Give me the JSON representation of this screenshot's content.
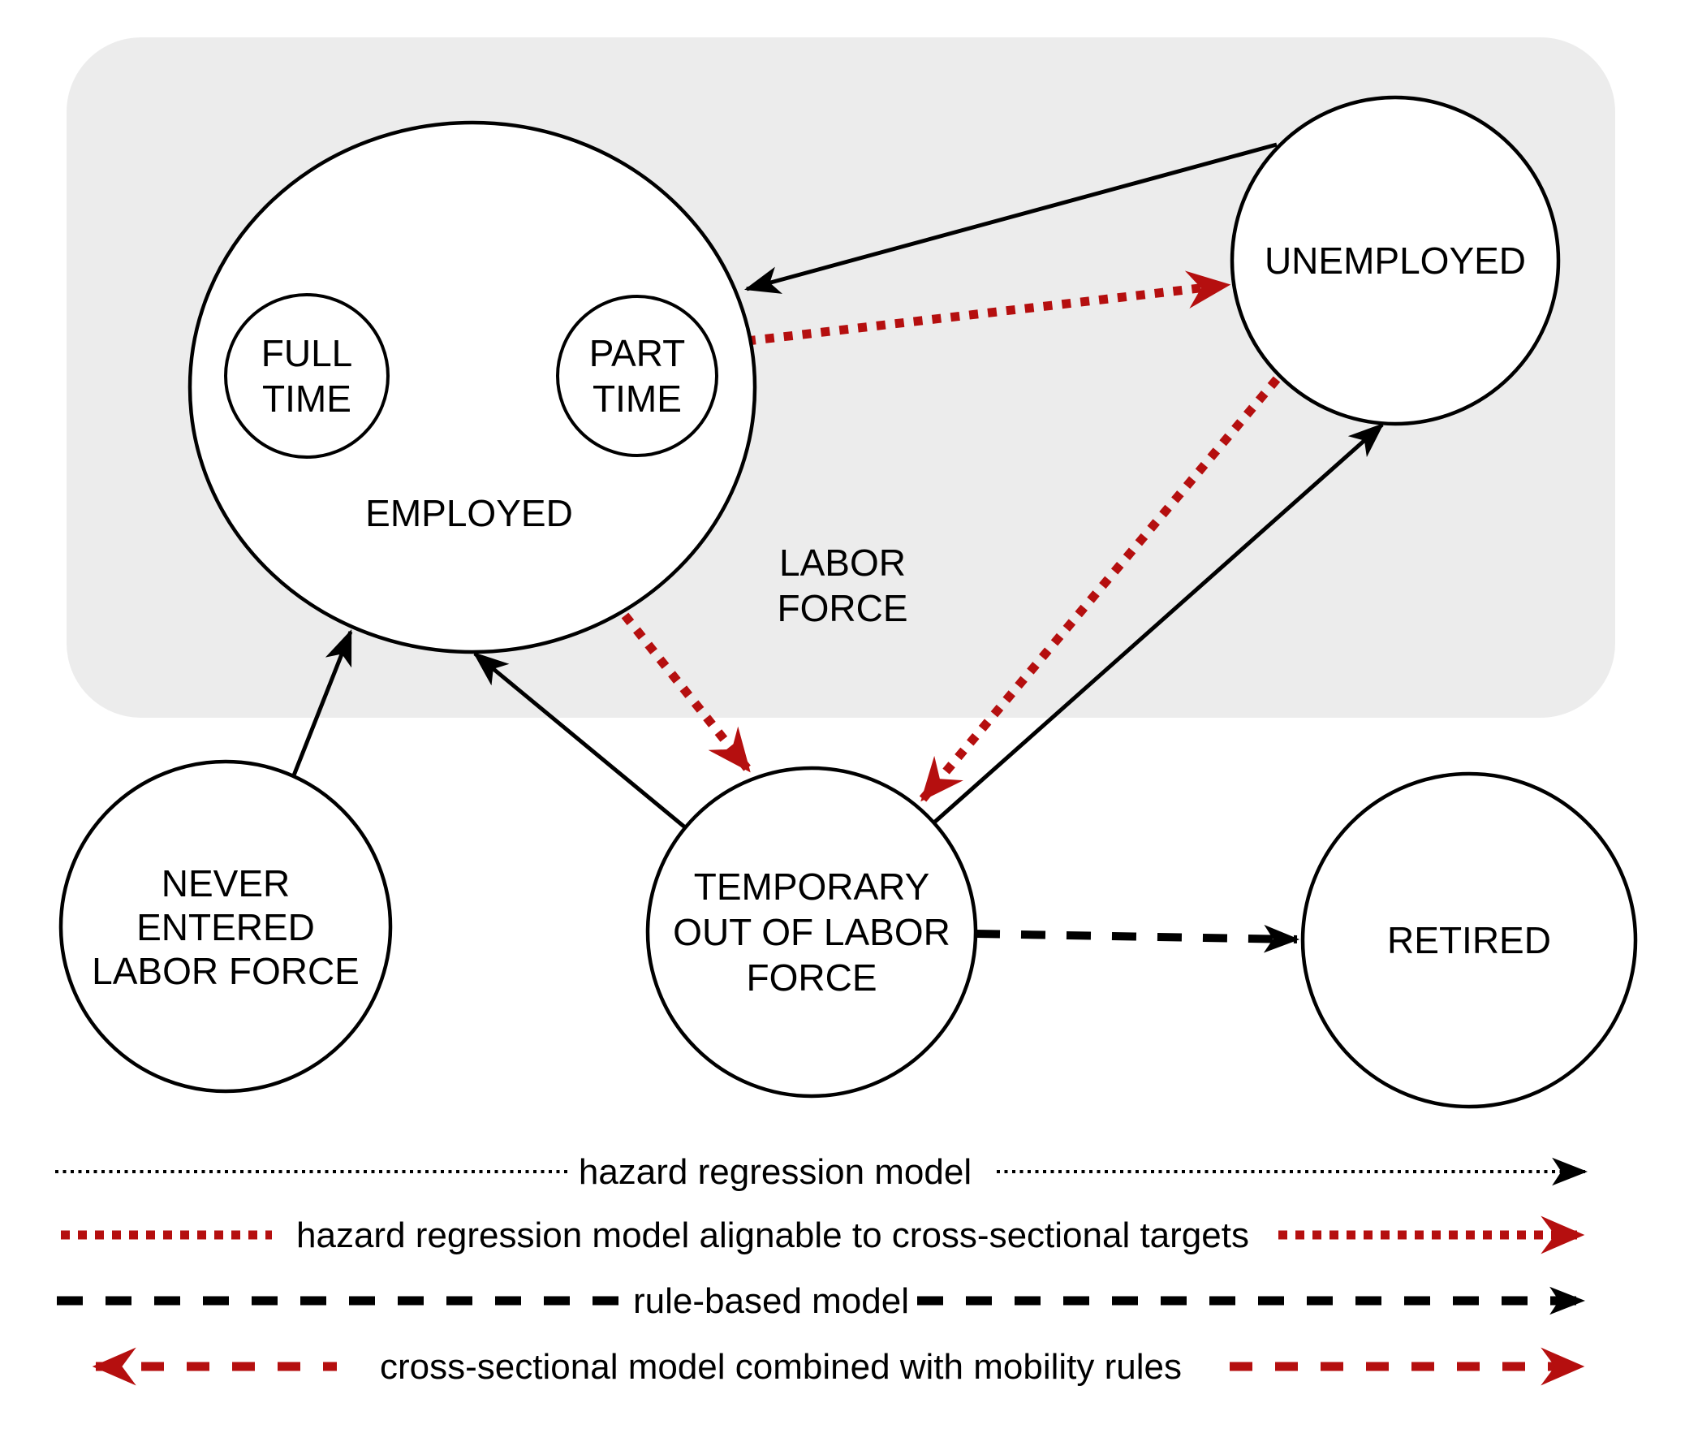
{
  "colors": {
    "red": "#b50f0f",
    "black": "#000000",
    "panel_gray": "#ececec",
    "node_fill": "#ffffff"
  },
  "panel": {
    "label_line1": "LABOR",
    "label_line2": "FORCE"
  },
  "nodes": {
    "employed": {
      "label": "EMPLOYED"
    },
    "full_time": {
      "line1": "FULL",
      "line2": "TIME"
    },
    "part_time": {
      "line1": "PART",
      "line2": "TIME"
    },
    "unemployed": {
      "label": "UNEMPLOYED"
    },
    "never_entered": {
      "line1": "NEVER",
      "line2": "ENTERED",
      "line3": "LABOR FORCE"
    },
    "temporary_out": {
      "line1": "TEMPORARY",
      "line2": "OUT OF LABOR",
      "line3": "FORCE"
    },
    "retired": {
      "label": "RETIRED"
    }
  },
  "edges": [
    {
      "from": "unemployed",
      "to": "employed",
      "style": "black-solid",
      "model": "hazard regression model"
    },
    {
      "from": "never_entered",
      "to": "employed",
      "style": "black-solid",
      "model": "hazard regression model"
    },
    {
      "from": "temporary_out",
      "to": "employed",
      "style": "black-solid",
      "model": "hazard regression model"
    },
    {
      "from": "temporary_out",
      "to": "unemployed",
      "style": "black-solid",
      "model": "hazard regression model"
    },
    {
      "from": "employed",
      "to": "unemployed",
      "style": "red-dotted",
      "model": "hazard regression model alignable to cross-sectional targets"
    },
    {
      "from": "employed",
      "to": "temporary_out",
      "style": "red-dotted",
      "model": "hazard regression model alignable to cross-sectional targets"
    },
    {
      "from": "unemployed",
      "to": "temporary_out",
      "style": "red-dotted",
      "model": "hazard regression model alignable to cross-sectional targets"
    },
    {
      "from": "temporary_out",
      "to": "retired",
      "style": "black-dashed",
      "model": "rule-based model"
    },
    {
      "from": "full_time",
      "to": "part_time",
      "bidirectional": true,
      "style": "red-dashed",
      "model": "cross-sectional model combined with mobility rules"
    }
  ],
  "legend": {
    "items": [
      {
        "label": "hazard regression model",
        "style": "black-fine-dotted"
      },
      {
        "label": "hazard regression model alignable to cross-sectional targets",
        "style": "red-dotted"
      },
      {
        "label": "rule-based model",
        "style": "black-dashed"
      },
      {
        "label": "cross-sectional model combined with mobility rules",
        "style": "red-dashed-double"
      }
    ]
  }
}
